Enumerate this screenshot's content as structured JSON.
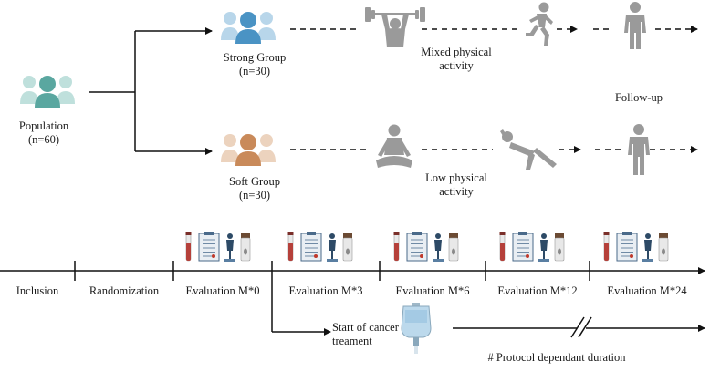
{
  "population": {
    "label": "Population",
    "n": "(n=60)"
  },
  "groups": [
    {
      "label": "Strong Group",
      "n": "(n=30)",
      "color": "#4a93c4",
      "light": "#b8d6ea"
    },
    {
      "label": "Soft Group",
      "n": "(n=30)",
      "color": "#c98a5a",
      "light": "#ecd3be"
    }
  ],
  "activities": [
    {
      "line1": "Mixed physical",
      "line2": "activity"
    },
    {
      "line1": "Low physical",
      "line2": "activity"
    }
  ],
  "follow_up": "Follow-up",
  "population_color": "#5aa7a0",
  "population_light": "#bfe0dc",
  "timeline": {
    "stages": [
      "Inclusion",
      "Randomization",
      "Evaluation M*0",
      "Evaluation M*3",
      "Evaluation M*6",
      "Evaluation M*12",
      "Evaluation M*24"
    ]
  },
  "treatment": {
    "line1": "Start of cancer",
    "line2": "treament"
  },
  "duration_note": "# Protocol dependant duration"
}
